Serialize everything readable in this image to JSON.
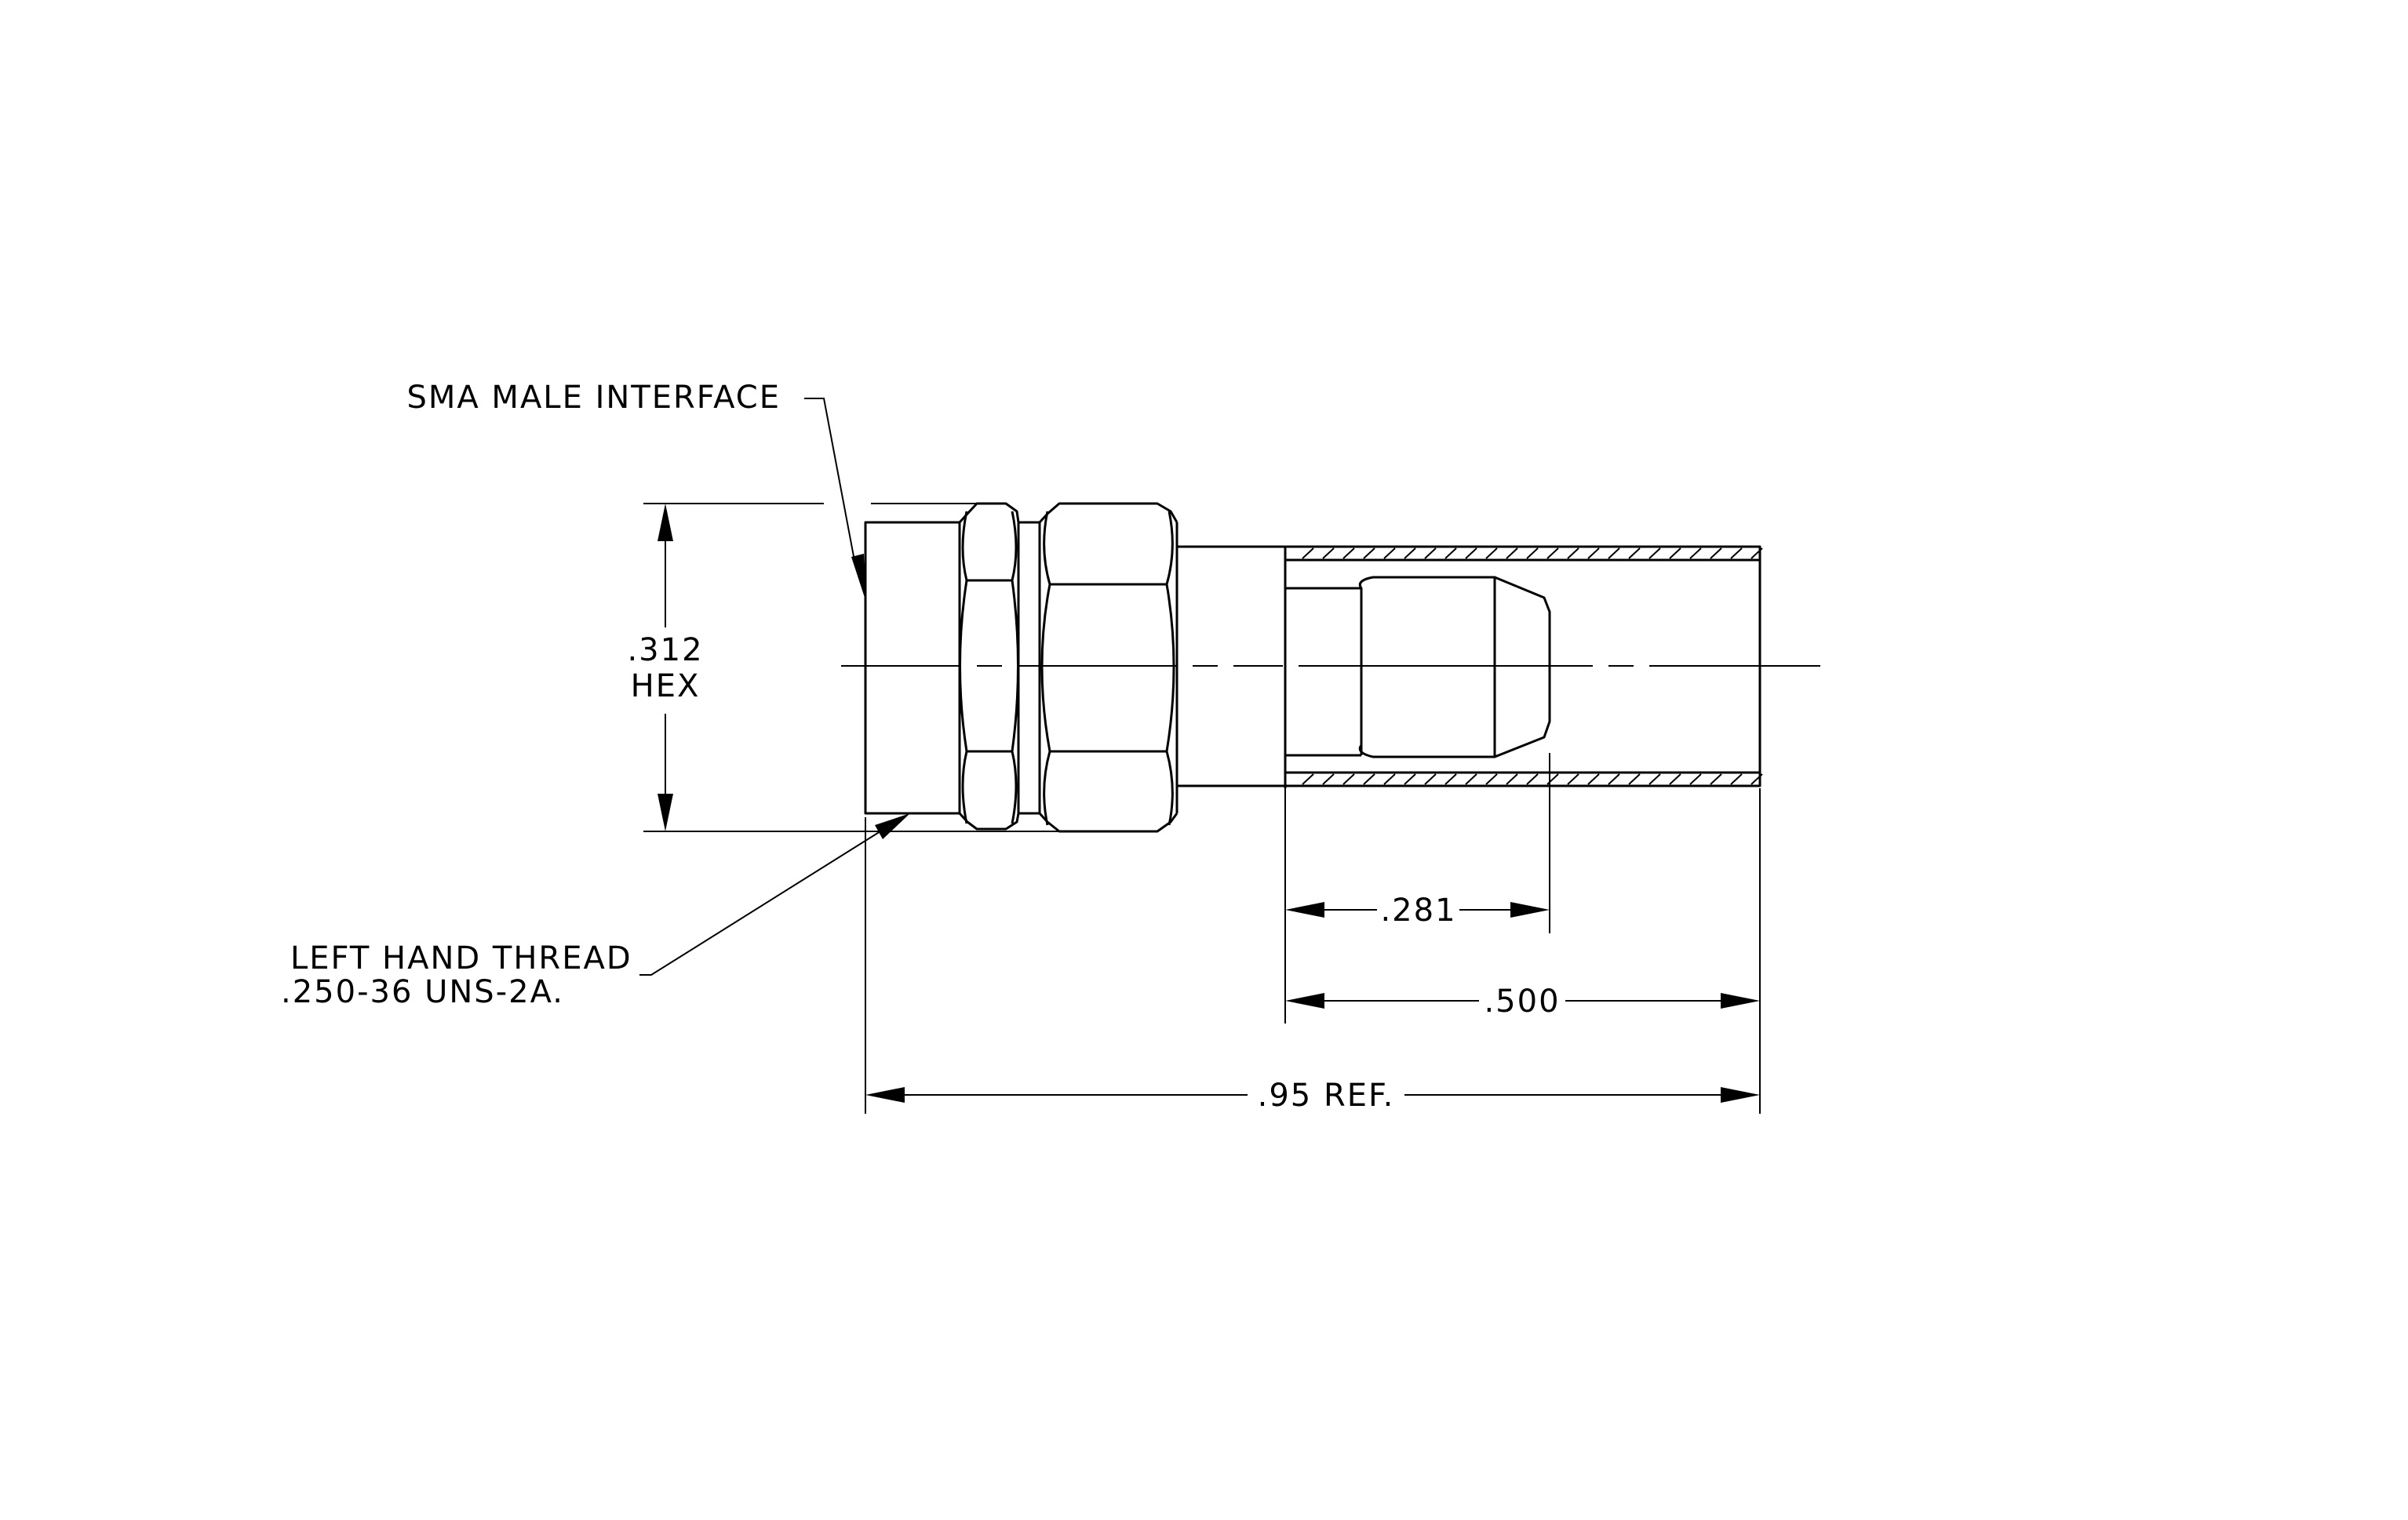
{
  "labels": {
    "interface": "SMA MALE INTERFACE",
    "hex_value": ".312",
    "hex_word": "HEX",
    "thread_line1": "LEFT HAND THREAD",
    "thread_line2": ".250-36 UNS-2A.",
    "dim_281": ".281",
    "dim_500": ".500",
    "dim_ref": ".95 REF."
  },
  "colors": {
    "line": "#000000",
    "background": "#ffffff"
  }
}
